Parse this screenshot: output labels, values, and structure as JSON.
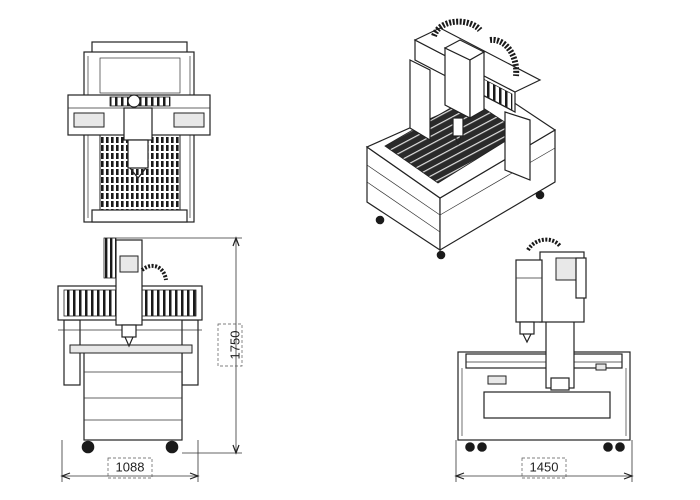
{
  "dimensions": {
    "height": "1750",
    "width_front": "1088",
    "width_side": "1450"
  },
  "views": [
    {
      "view": "top"
    },
    {
      "view": "isometric"
    },
    {
      "view": "front"
    },
    {
      "view": "side"
    }
  ]
}
